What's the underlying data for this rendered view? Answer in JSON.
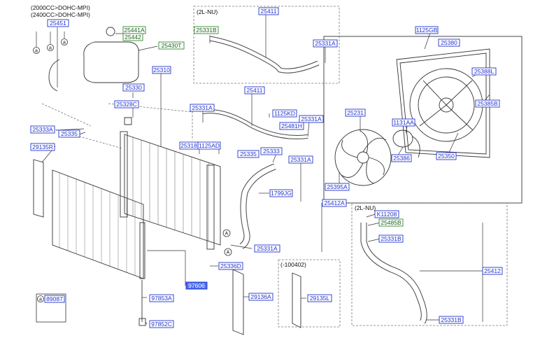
{
  "header": {
    "engine_line_1": "(2000CC>DOHC-MPI)",
    "engine_line_2": "(2400CC>DOHC-MPI)"
  },
  "groups": {
    "upper_hose_2lnu": "(2L-NU)",
    "lower_hose_2lnu": "(2L-NU)",
    "variant_100402": "(-100402)"
  },
  "colors": {
    "blue_box": "#2233cc",
    "green_box": "#2e8b2e",
    "highlight_fill": "#4a6cf0",
    "line": "#333333"
  },
  "parts": {
    "p25451": "25451",
    "p25441A": "25441A",
    "p25442": "25442",
    "p25430T": "25430T",
    "p25310": "25310",
    "p25330": "25330",
    "p25328C": "25328C",
    "p25333A": "25333A",
    "p25335a": "25335",
    "p29135R": "29135R",
    "p25411top": "25411",
    "p25331Btop": "25331B",
    "p25331Atop": "25331A",
    "p1125GB": "1125GB",
    "p25380": "25380",
    "p25388L": "25388L",
    "p25385B": "25385B",
    "p25411mid": "25411",
    "p25331Amid1": "25331A",
    "p1125KD": "1125KD",
    "p25331Amid2": "25331A",
    "p25481H": "25481H",
    "p25318": "25318",
    "p1125AD": "1125AD",
    "p25335b": "25335",
    "p25333": "25333",
    "p25231": "25231",
    "p1131AA": "1131AA",
    "p25386": "25386",
    "p25350": "25350",
    "p25395A": "25395A",
    "p25331Alow": "25331A",
    "p1799JG": "1799JG",
    "p25412A": "25412A",
    "p25331Abot": "25331A",
    "p25336D": "25336D",
    "p97606": "97606",
    "p97853A": "97853A",
    "p97852C": "97852C",
    "p29136A": "29136A",
    "p29135L": "29135L",
    "p89087": "89087",
    "pK11208": "K11208",
    "p25485B": "25485B",
    "p25331Br": "25331B",
    "p25412": "25412",
    "p25331Br2": "25331B"
  },
  "markers": {
    "ref_a": "a",
    "ref_A": "A"
  }
}
